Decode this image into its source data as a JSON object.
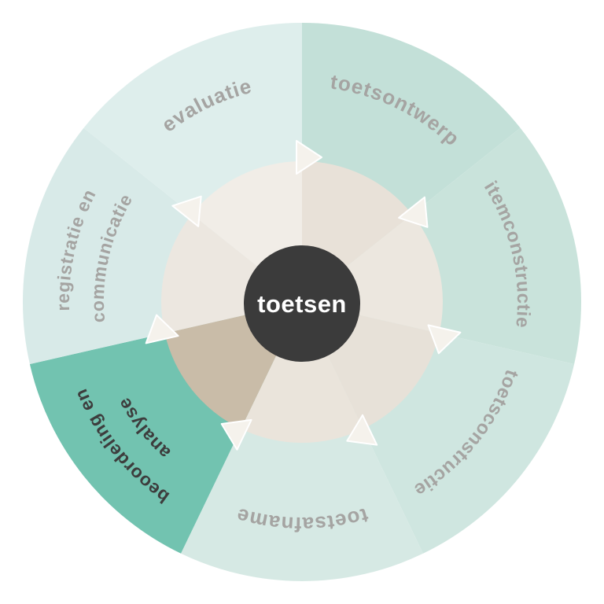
{
  "diagram": {
    "type": "cycle-wheel",
    "direction": "clockwise",
    "center": {
      "label": "toetsen",
      "bg_color": "#3b3b3b",
      "text_color": "#ffffff"
    },
    "arrow_color": "#f5f2ec",
    "segments": [
      {
        "id": "toetsontwerp",
        "label": "toetsontwerp",
        "ring_color": "#c3e0d8",
        "hub_color": "#e8e1d8",
        "label_color": "#a5a4a2"
      },
      {
        "id": "itemconstructie",
        "label": "itemconstructie",
        "ring_color": "#c9e3db",
        "hub_color": "#ece7df",
        "label_color": "#a5a4a2"
      },
      {
        "id": "toetsconstructie",
        "label": "toetsconstructie",
        "ring_color": "#cfe6e0",
        "hub_color": "#e7e1d8",
        "label_color": "#a5a4a2"
      },
      {
        "id": "toetsafname",
        "label": "toetsafname",
        "ring_color": "#d6e9e4",
        "hub_color": "#eae4db",
        "label_color": "#a5a4a2"
      },
      {
        "id": "beoordeling-en-analyse",
        "line1": "beoordeling en",
        "line2": "analyse",
        "ring_color": "#72c3b0",
        "hub_color": "#c9bca8",
        "label_color": "#3d3d3d"
      },
      {
        "id": "registratie-en-communicatie",
        "line1": "registratie en",
        "line2": "communicatie",
        "ring_color": "#d8eae8",
        "hub_color": "#ece7e0",
        "label_color": "#a5a4a2"
      },
      {
        "id": "evaluatie",
        "label": "evaluatie",
        "ring_color": "#deeeec",
        "hub_color": "#f1ede7",
        "label_color": "#a5a4a2"
      }
    ]
  }
}
